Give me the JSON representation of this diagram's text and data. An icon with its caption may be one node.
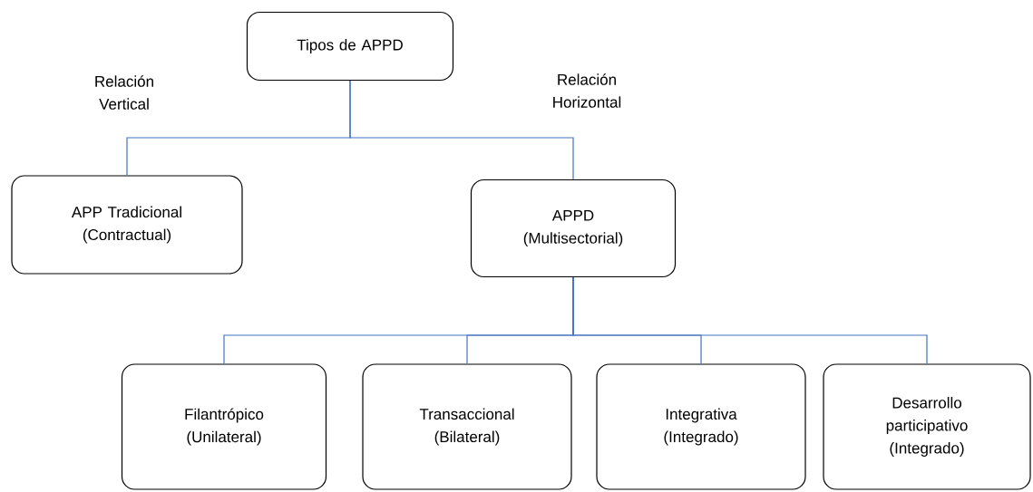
{
  "diagram": {
    "nodes": [
      {
        "text": [
          "Tipos de APPD"
        ]
      },
      {
        "text": [
          "APP Tradicional",
          "(Contractual)"
        ]
      },
      {
        "text": [
          "APPD",
          "(Multisectorial)"
        ]
      },
      {
        "text": [
          "Filantrópico",
          "(Unilateral)"
        ]
      },
      {
        "text": [
          "Transaccional",
          "(Bilateral)"
        ]
      },
      {
        "text": [
          "Integrativa",
          "(Integrado)"
        ]
      },
      {
        "text": [
          "Desarrollo participativo",
          "(Integrado)"
        ]
      }
    ],
    "edges": [
      {
        "from": 0,
        "to": 1,
        "arrow": "none"
      },
      {
        "from": 0,
        "to": 2,
        "arrow": "none"
      },
      {
        "from": 2,
        "to": 3,
        "arrow": "none"
      },
      {
        "from": 2,
        "to": 4,
        "arrow": "none"
      },
      {
        "from": 2,
        "to": 5,
        "arrow": "none"
      },
      {
        "from": 2,
        "to": 6,
        "arrow": "none"
      }
    ],
    "labels": [
      "Relación Vertical",
      "Relación Horizontal"
    ]
  }
}
